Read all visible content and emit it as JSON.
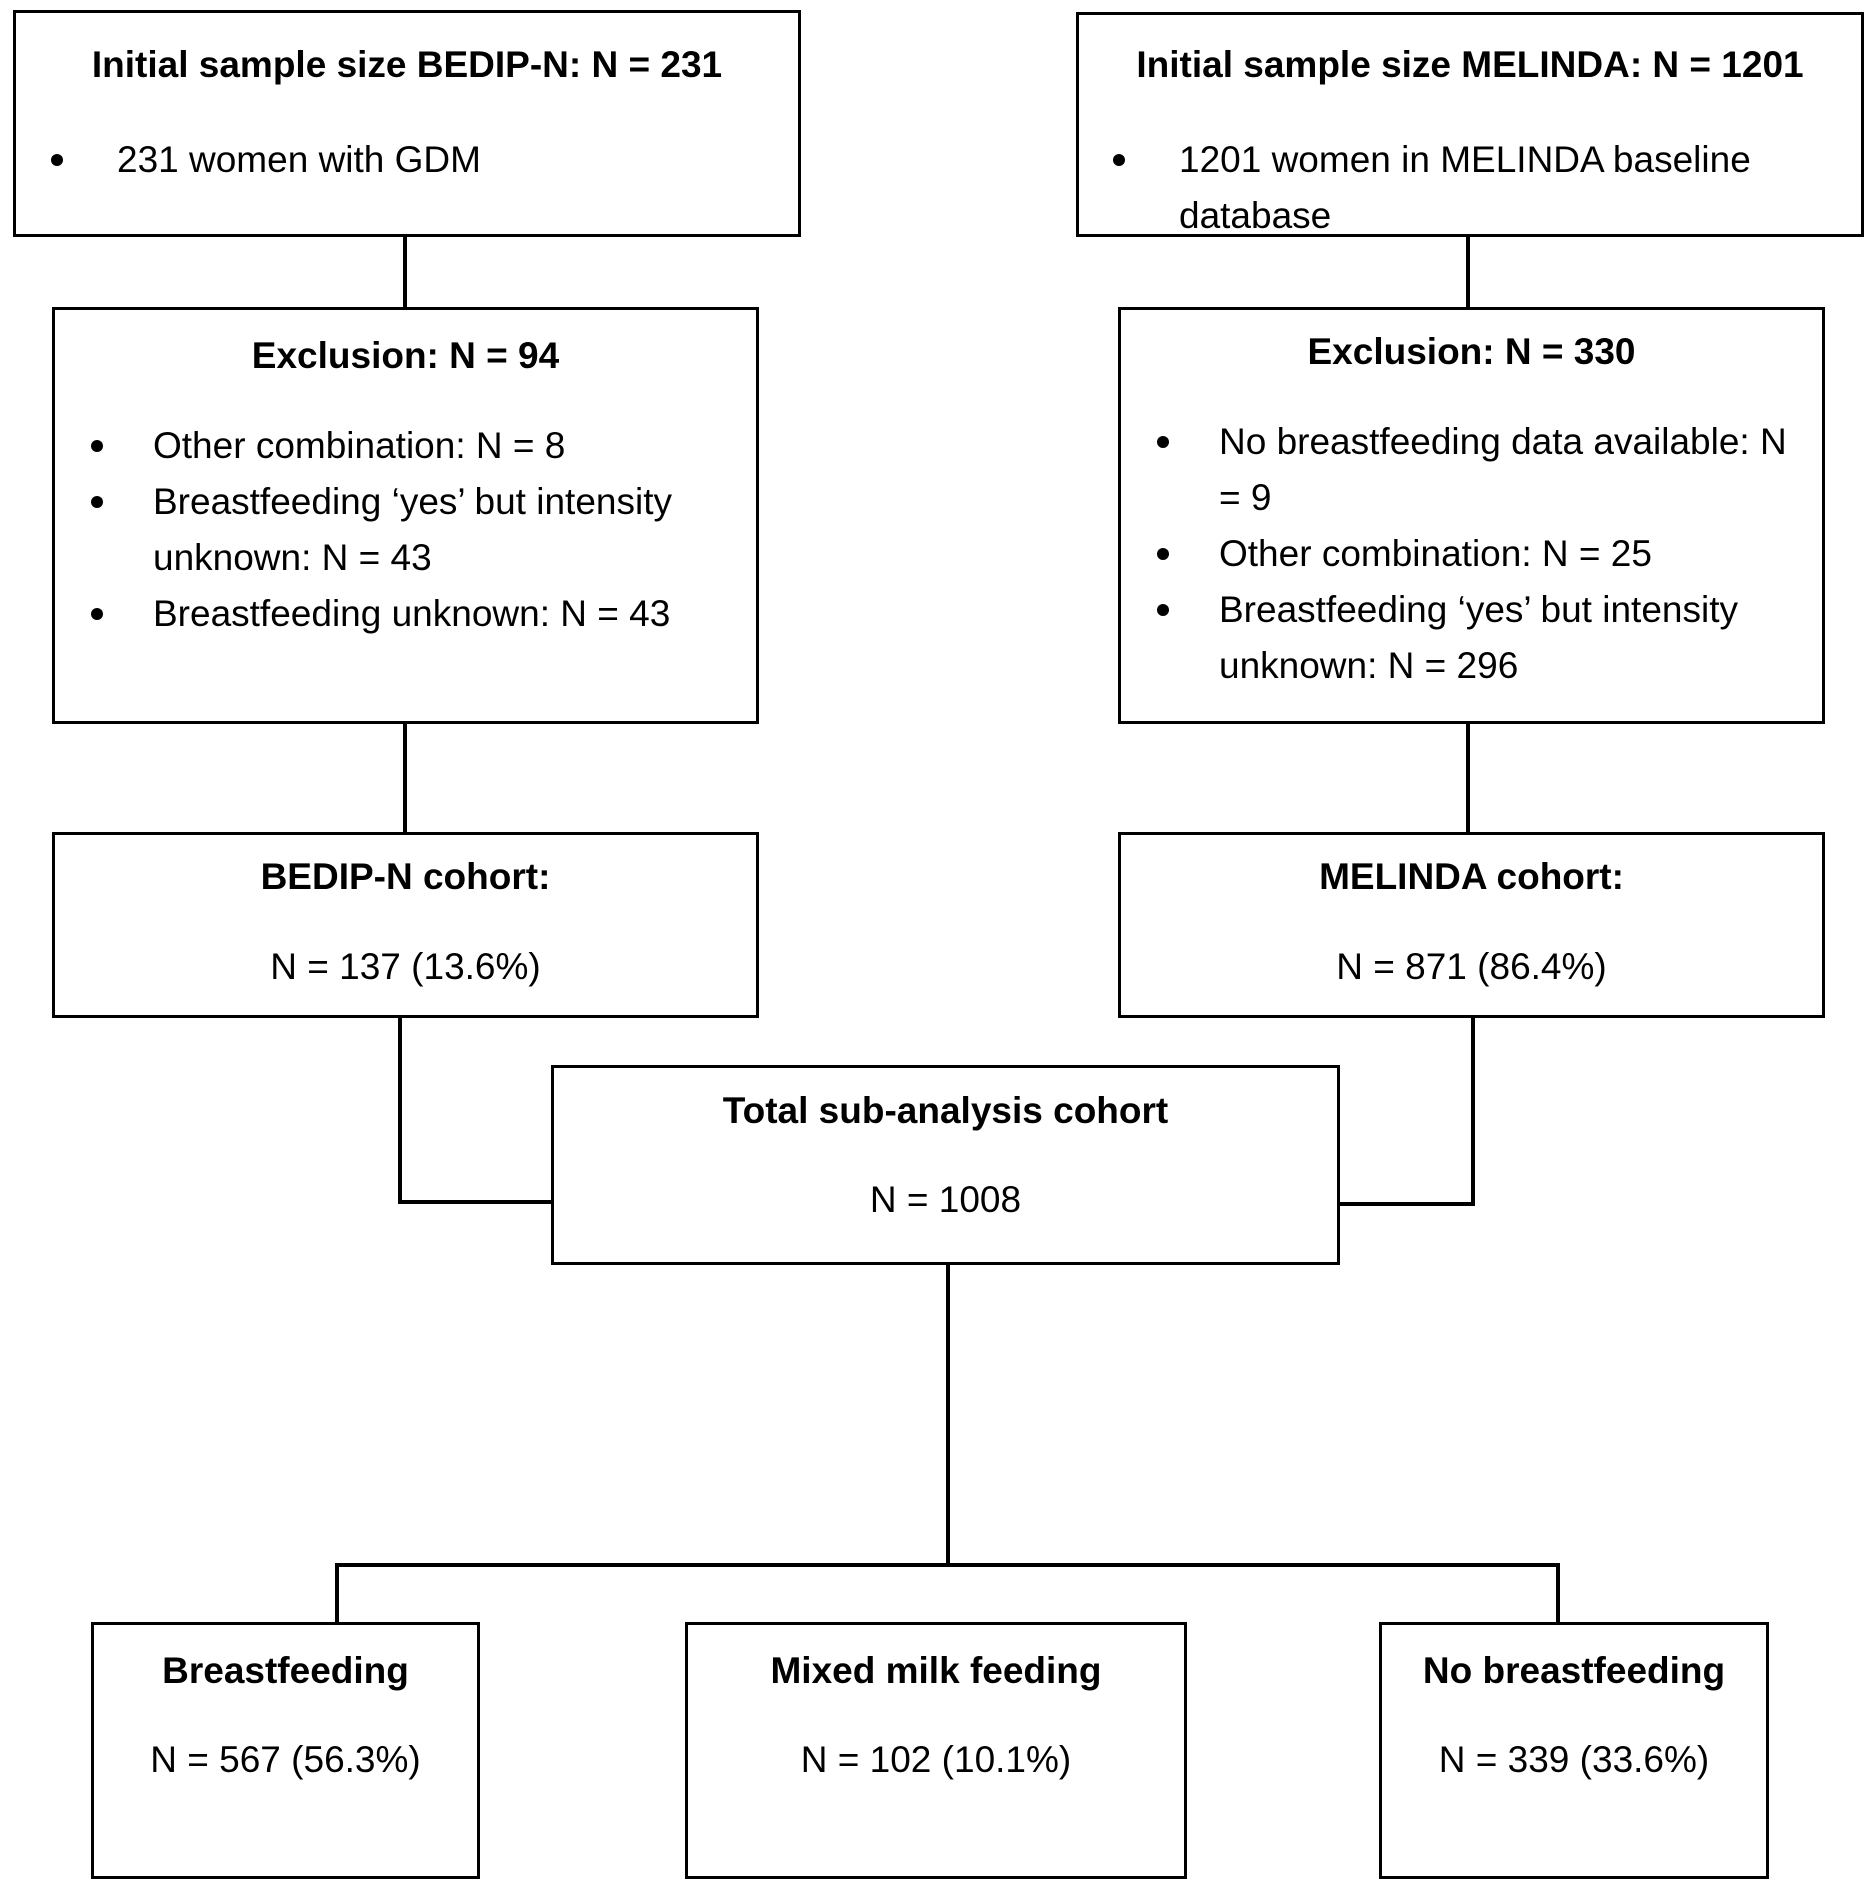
{
  "colors": {
    "line": "#000000",
    "background": "#ffffff"
  },
  "bedip": {
    "initial": {
      "title": "Initial sample size BEDIP-N: N = 231",
      "items": [
        "231 women with GDM"
      ]
    },
    "exclusion": {
      "title": "Exclusion: N = 94",
      "items": [
        "Other combination: N = 8",
        "Breastfeeding ‘yes’ but intensity unknown: N = 43",
        "Breastfeeding unknown: N = 43"
      ]
    },
    "cohort": {
      "title": "BEDIP-N cohort:",
      "value": "N = 137 (13.6%)"
    }
  },
  "melinda": {
    "initial": {
      "title": "Initial sample size MELINDA: N = 1201",
      "items": [
        "1201 women in MELINDA baseline database"
      ]
    },
    "exclusion": {
      "title": "Exclusion: N = 330",
      "items": [
        "No breastfeeding data available: N = 9",
        "Other combination: N = 25",
        "Breastfeeding ‘yes’ but intensity unknown: N = 296"
      ]
    },
    "cohort": {
      "title": "MELINDA cohort:",
      "value": "N = 871 (86.4%)"
    }
  },
  "total": {
    "title": "Total sub-analysis cohort",
    "value": "N = 1008"
  },
  "outcomes": [
    {
      "title": "Breastfeeding",
      "value": "N = 567 (56.3%)"
    },
    {
      "title": "Mixed milk feeding",
      "value": "N = 102 (10.1%)"
    },
    {
      "title": "No breastfeeding",
      "value": "N = 339 (33.6%)"
    }
  ]
}
